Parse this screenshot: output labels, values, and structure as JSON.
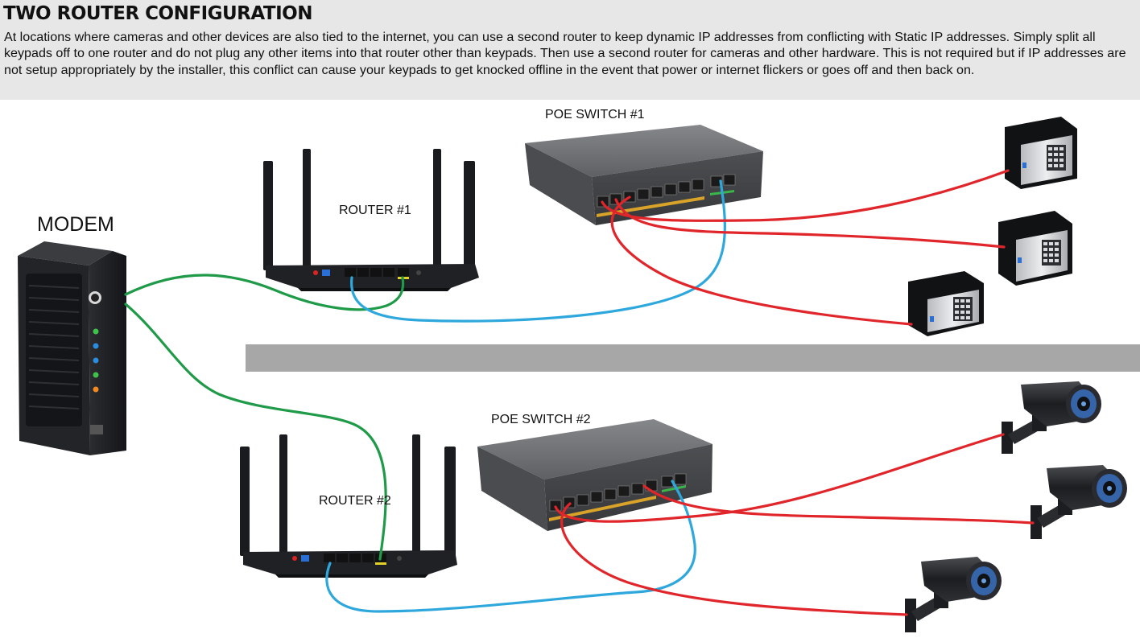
{
  "header": {
    "title": "TWO ROUTER CONFIGURATION",
    "description": "At locations where cameras and other devices are also tied to the internet, you can use a second router to keep dynamic IP addresses from conflicting with Static IP addresses. Simply split all keypads off to one router and do not plug any other items into that router other than keypads. Then use a second router for cameras and other hardware. This is not required but if IP addresses are not setup appropriately by the installer, this conflict can cause your keypads to get knocked offline in the event that power or internet flickers or goes off and then back on."
  },
  "labels": {
    "modem": "MODEM",
    "router1": "ROUTER #1",
    "router2": "ROUTER #2",
    "switch1": "POE SWITCH #1",
    "switch2": "POE SWITCH #2"
  },
  "colors": {
    "uplink_cable": "#1f9a48",
    "router_switch_cable": "#2ea8dc",
    "device_cable": "#e0262b",
    "divider": "#a7a7a8",
    "header_bg": "#e7e7e8"
  },
  "icons": {
    "modem": "cable-modem-icon",
    "router": "wifi-router-icon",
    "switch": "poe-switch-icon",
    "keypad": "keypad-icon",
    "camera": "bullet-camera-icon"
  }
}
